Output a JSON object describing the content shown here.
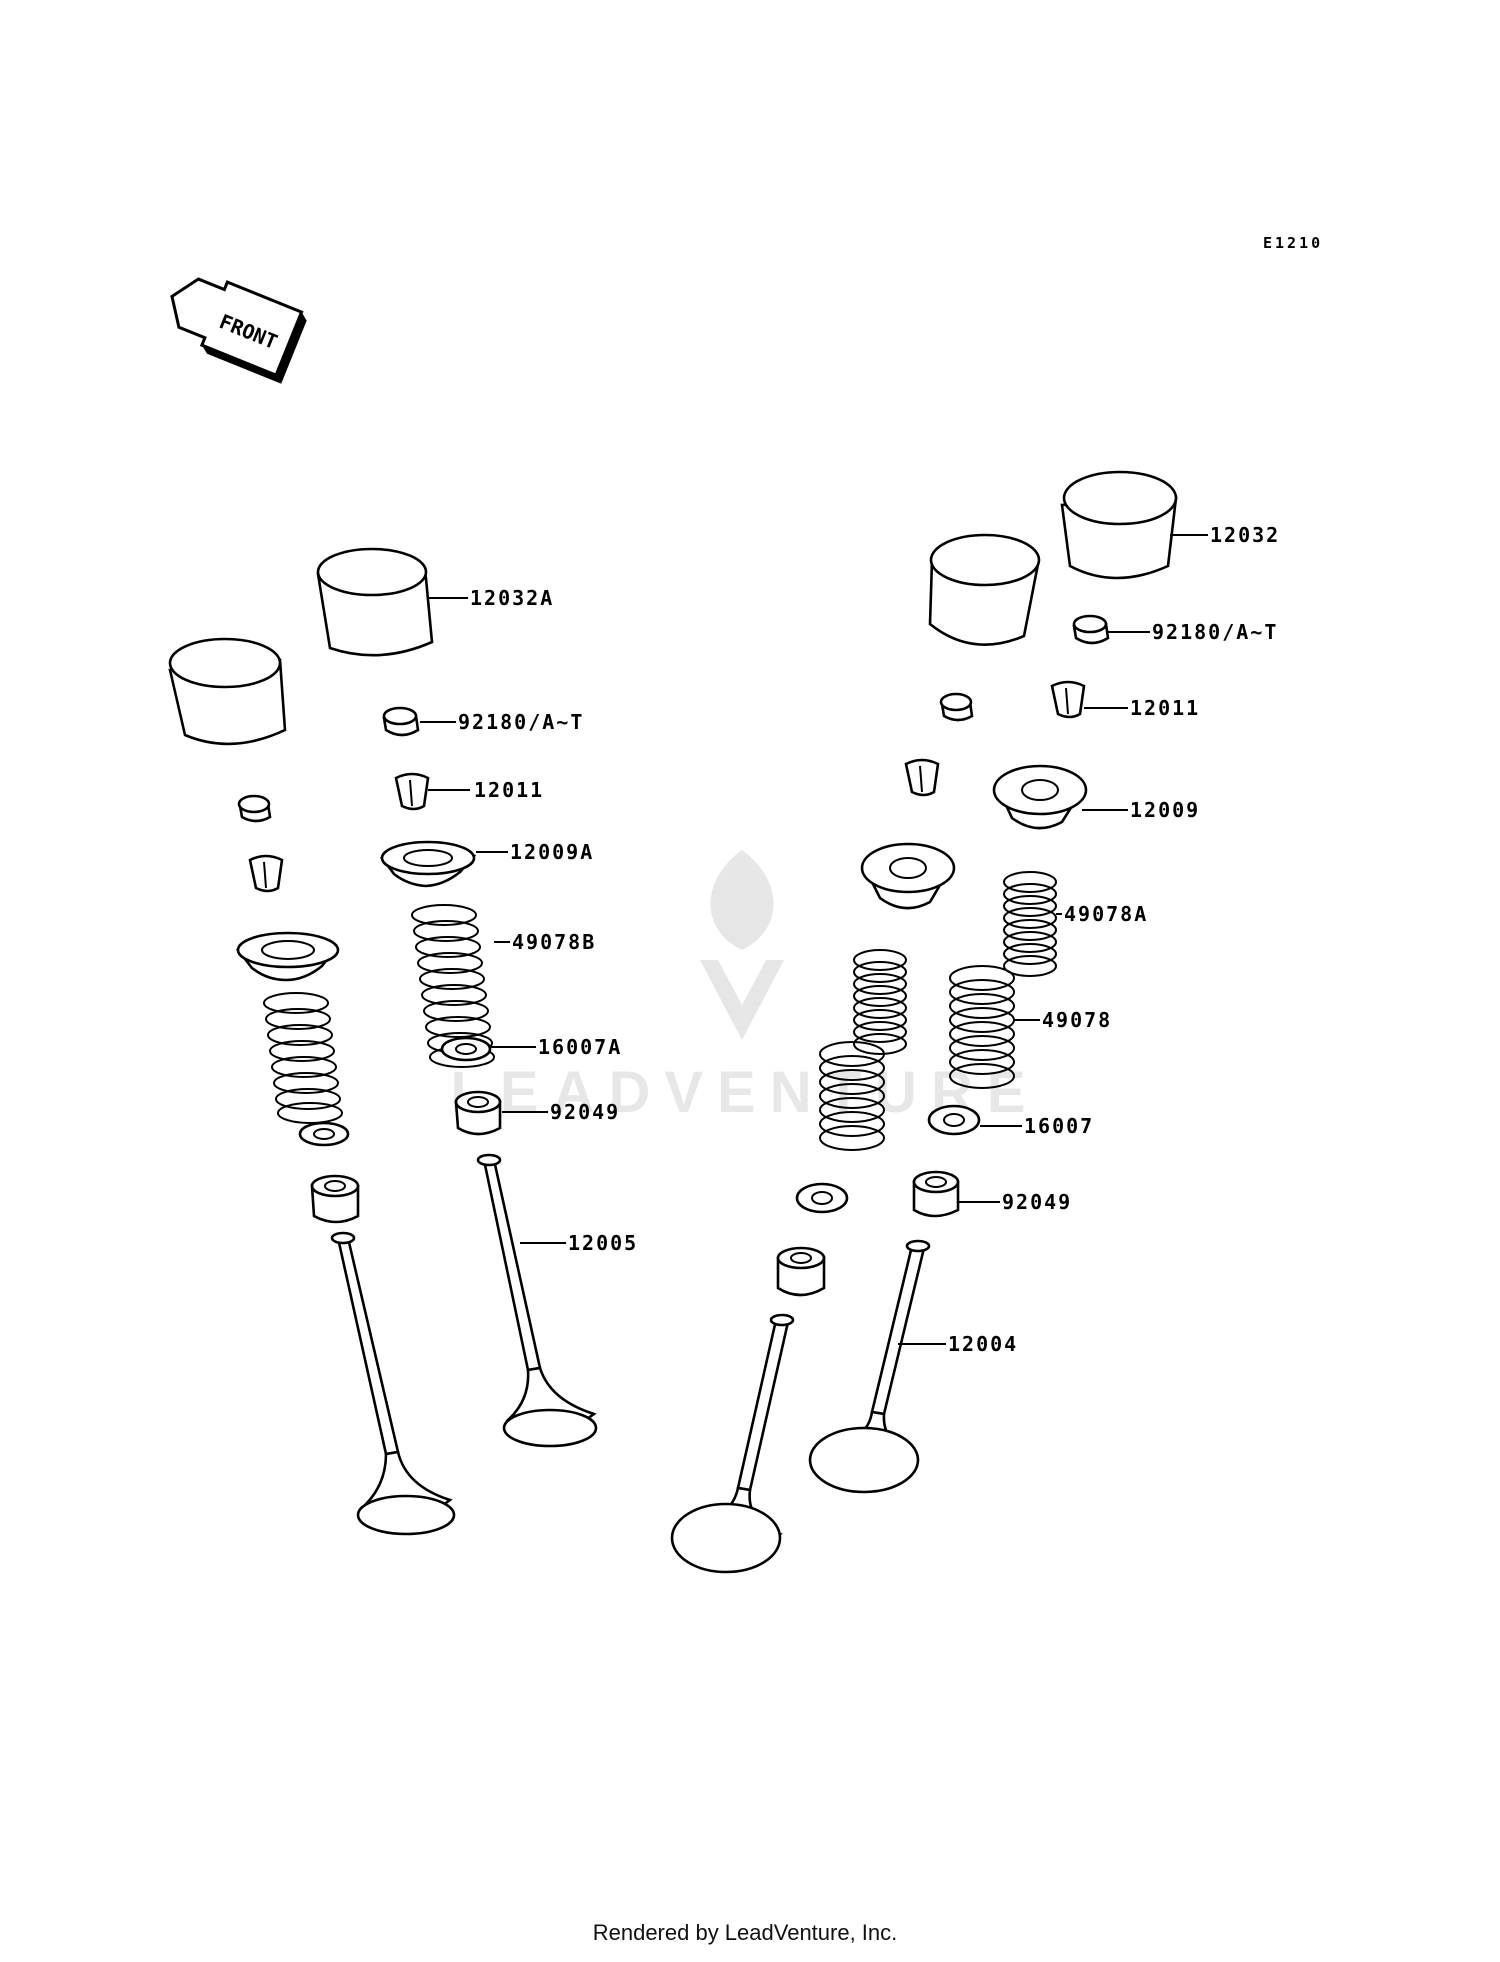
{
  "diagram_code": "E1210",
  "front_arrow_label": "FRONT",
  "watermark_text": "LEADVENTURE",
  "footer_text": "Rendered by LeadVenture, Inc.",
  "part_labels": {
    "lifter_a": "12032A",
    "shim_left": "92180/A~T",
    "keeper_left": "12011",
    "retainer_a": "12009A",
    "spring_b": "49078B",
    "seat_a": "16007A",
    "seal_left": "92049",
    "valve_exhaust": "12005",
    "lifter": "12032",
    "shim_right": "92180/A~T",
    "keeper_right": "12011",
    "retainer": "12009",
    "spring_a": "49078A",
    "spring": "49078",
    "seat": "16007",
    "seal_right": "92049",
    "valve_intake": "12004"
  }
}
